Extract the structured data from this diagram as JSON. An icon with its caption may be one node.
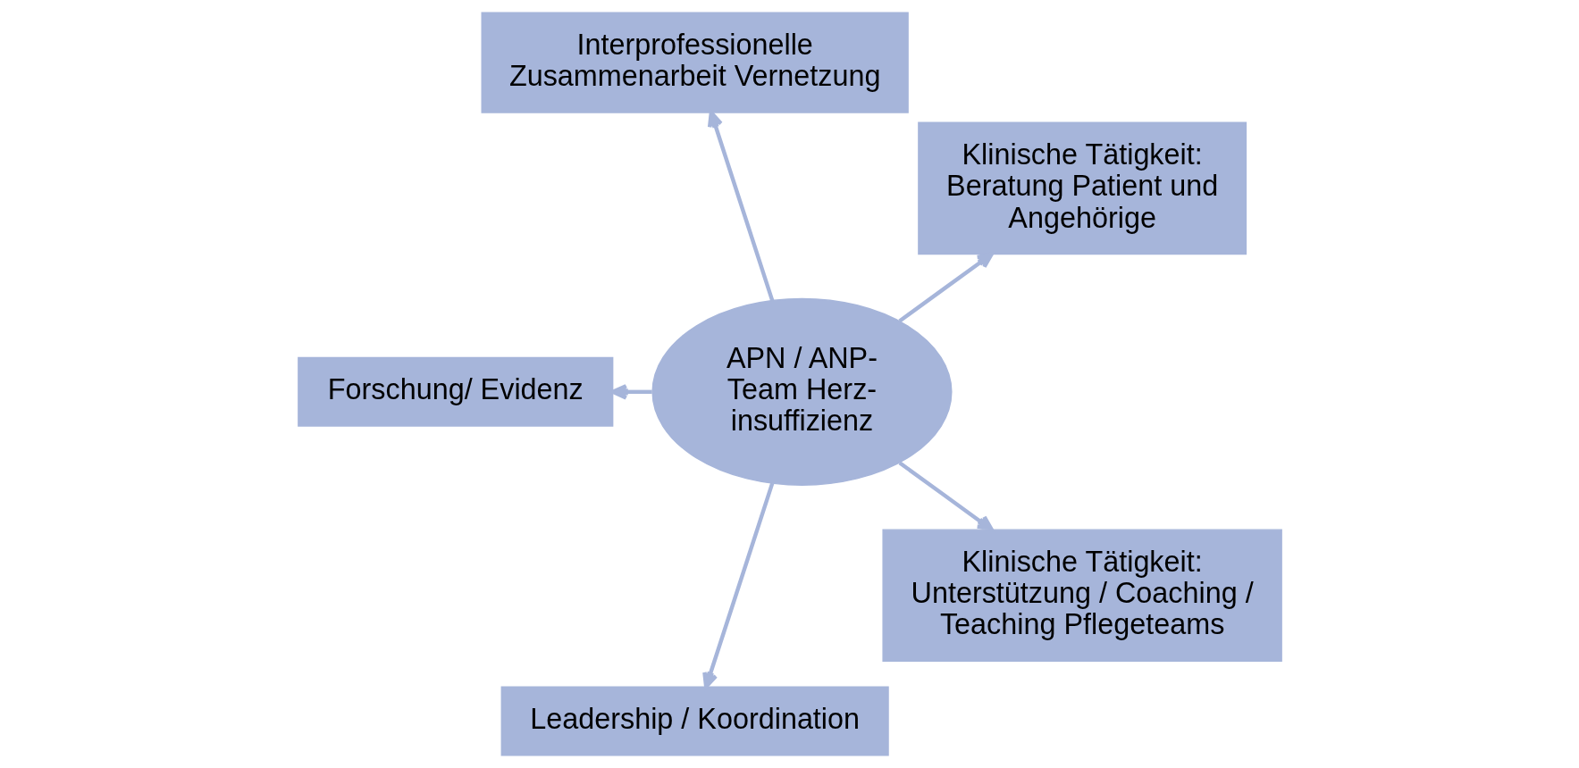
{
  "diagram": {
    "nodes": [
      {
        "text": [
          "Klinische Tätigkeit: Beratung Patient und Angehörige"
        ]
      },
      {
        "text": [
          "Interprofessionelle Zusammenarbeit Vernetzung"
        ]
      },
      {
        "text": [
          "APN / ANP- Team Herz- insuffizienz"
        ]
      },
      {
        "text": [
          "Forschung/ Evidenz"
        ]
      },
      {
        "text": [
          "Leadership / Koordination"
        ]
      },
      {
        "text": [
          "Klinische Tätigkeit: Unterstützung / Coaching / Teaching Pflegeteams"
        ]
      }
    ],
    "edges": [
      {
        "from": 2,
        "to": 0,
        "arrow": "to"
      },
      {
        "from": 2,
        "to": 1,
        "arrow": "to"
      },
      {
        "from": 2,
        "to": 3,
        "arrow": "to"
      },
      {
        "from": 2,
        "to": 4,
        "arrow": "to"
      },
      {
        "from": 2,
        "to": 5,
        "arrow": "to"
      }
    ]
  }
}
